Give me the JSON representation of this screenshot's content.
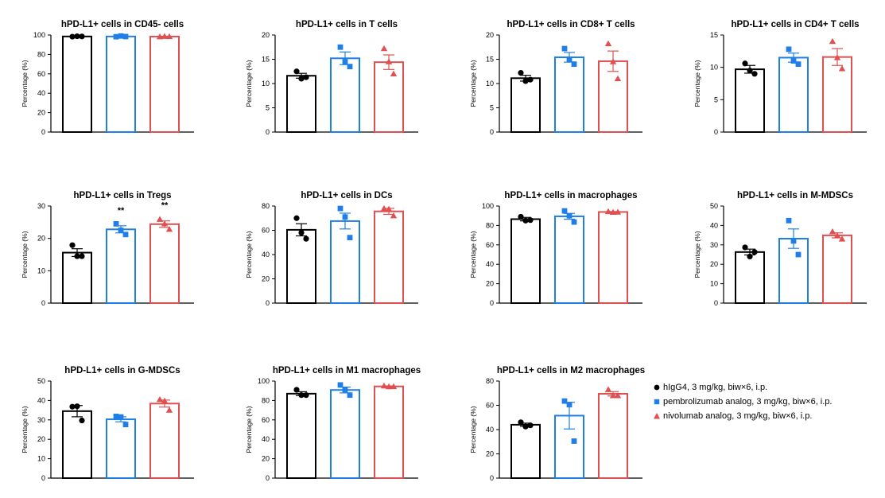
{
  "figure": {
    "legend": [
      {
        "label": "hIgG4, 3 mg/kg, biw×6, i.p.",
        "color": "#000000",
        "marker": "circle"
      },
      {
        "label": "pembrolizumab analog, 3 mg/kg, biw×6, i.p.",
        "color": "#1f7fe8",
        "marker": "square"
      },
      {
        "label": "nivolumab analog, 3 mg/kg, biw×6, i.p.",
        "color": "#e05050",
        "marker": "triangle"
      }
    ]
  },
  "chart_data": [
    {
      "type": "bar",
      "title": "hPD-L1+ cells in CD45- cells",
      "ylabel": "Percentage (%)",
      "ylim": [
        0,
        100
      ],
      "yticks": [
        0,
        20,
        40,
        60,
        80,
        100
      ],
      "series": [
        {
          "name": "hIgG4, 3 mg/kg, biw×6, i.p.",
          "mean": 98.5,
          "sem": 0.3,
          "points": [
            98.3,
            98.7,
            98.5
          ]
        },
        {
          "name": "pembrolizumab analog, 3 mg/kg, biw×6, i.p.",
          "mean": 98.5,
          "sem": 0.4,
          "points": [
            98.2,
            99.0,
            98.4
          ]
        },
        {
          "name": "nivolumab analog, 3 mg/kg, biw×6, i.p.",
          "mean": 98.4,
          "sem": 0.3,
          "points": [
            98.2,
            98.6,
            98.4
          ]
        }
      ],
      "significance": [
        "",
        "",
        ""
      ]
    },
    {
      "type": "bar",
      "title": "hPD-L1+ cells in T cells",
      "ylabel": "Percentage (%)",
      "ylim": [
        0,
        20
      ],
      "yticks": [
        0,
        5,
        10,
        15,
        20
      ],
      "series": [
        {
          "name": "hIgG4, 3 mg/kg, biw×6, i.p.",
          "mean": 11.6,
          "sem": 0.5,
          "points": [
            12.5,
            11.0,
            11.3
          ]
        },
        {
          "name": "pembrolizumab analog, 3 mg/kg, biw×6, i.p.",
          "mean": 15.2,
          "sem": 1.3,
          "points": [
            17.5,
            14.5,
            13.5
          ]
        },
        {
          "name": "nivolumab analog, 3 mg/kg, biw×6, i.p.",
          "mean": 14.4,
          "sem": 1.5,
          "points": [
            17.2,
            14.5,
            12.0
          ]
        }
      ],
      "significance": [
        "",
        "",
        ""
      ]
    },
    {
      "type": "bar",
      "title": "hPD-L1+ cells in CD8+ T cells",
      "ylabel": "Percentage (%)",
      "ylim": [
        0,
        20
      ],
      "yticks": [
        0,
        5,
        10,
        15,
        20
      ],
      "series": [
        {
          "name": "hIgG4, 3 mg/kg, biw×6, i.p.",
          "mean": 11.1,
          "sem": 0.6,
          "points": [
            12.2,
            10.5,
            10.8
          ]
        },
        {
          "name": "pembrolizumab analog, 3 mg/kg, biw×6, i.p.",
          "mean": 15.4,
          "sem": 1.0,
          "points": [
            17.2,
            15.0,
            14.0
          ]
        },
        {
          "name": "nivolumab analog, 3 mg/kg, biw×6, i.p.",
          "mean": 14.6,
          "sem": 2.1,
          "points": [
            18.2,
            14.5,
            11.0
          ]
        }
      ],
      "significance": [
        "",
        "",
        ""
      ]
    },
    {
      "type": "bar",
      "title": "hPD-L1+ cells in CD4+ T cells",
      "ylabel": "Percentage (%)",
      "ylim": [
        0,
        15
      ],
      "yticks": [
        0,
        5,
        10,
        15
      ],
      "series": [
        {
          "name": "hIgG4, 3 mg/kg, biw×6, i.p.",
          "mean": 9.7,
          "sem": 0.6,
          "points": [
            10.6,
            9.5,
            9.0
          ]
        },
        {
          "name": "pembrolizumab analog, 3 mg/kg, biw×6, i.p.",
          "mean": 11.5,
          "sem": 0.7,
          "points": [
            12.8,
            11.0,
            10.5
          ]
        },
        {
          "name": "nivolumab analog, 3 mg/kg, biw×6, i.p.",
          "mean": 11.6,
          "sem": 1.3,
          "points": [
            14.0,
            11.5,
            9.8
          ]
        }
      ],
      "significance": [
        "",
        "",
        ""
      ]
    },
    {
      "type": "bar",
      "title": "hPD-L1+ cells in Tregs",
      "ylabel": "Percentage (%)",
      "ylim": [
        0,
        30
      ],
      "yticks": [
        0,
        10,
        20,
        30
      ],
      "series": [
        {
          "name": "hIgG4, 3 mg/kg, biw×6, i.p.",
          "mean": 15.6,
          "sem": 1.2,
          "points": [
            17.9,
            14.5,
            14.5
          ]
        },
        {
          "name": "pembrolizumab analog, 3 mg/kg, biw×6, i.p.",
          "mean": 22.8,
          "sem": 1.1,
          "points": [
            24.5,
            22.5,
            21.2
          ]
        },
        {
          "name": "nivolumab analog, 3 mg/kg, biw×6, i.p.",
          "mean": 24.4,
          "sem": 1.0,
          "points": [
            25.9,
            24.5,
            22.8
          ]
        }
      ],
      "significance": [
        "",
        "**",
        "**"
      ]
    },
    {
      "type": "bar",
      "title": "hPD-L1+ cells in DCs",
      "ylabel": "Percentage (%)",
      "ylim": [
        0,
        80
      ],
      "yticks": [
        0,
        20,
        40,
        60,
        80
      ],
      "series": [
        {
          "name": "hIgG4, 3 mg/kg, biw×6, i.p.",
          "mean": 60.4,
          "sem": 5.0,
          "points": [
            70.0,
            58.0,
            53.0
          ]
        },
        {
          "name": "pembrolizumab analog, 3 mg/kg, biw×6, i.p.",
          "mean": 67.6,
          "sem": 6.5,
          "points": [
            78.0,
            71.0,
            54.0
          ]
        },
        {
          "name": "nivolumab analog, 3 mg/kg, biw×6, i.p.",
          "mean": 75.6,
          "sem": 2.5,
          "points": [
            78.0,
            77.5,
            72.0
          ]
        }
      ],
      "significance": [
        "",
        "",
        ""
      ]
    },
    {
      "type": "bar",
      "title": "hPD-L1+ cells in macrophages",
      "ylabel": "Percentage (%)",
      "ylim": [
        0,
        100
      ],
      "yticks": [
        0,
        20,
        40,
        60,
        80,
        100
      ],
      "series": [
        {
          "name": "hIgG4, 3 mg/kg, biw×6, i.p.",
          "mean": 86.5,
          "sem": 1.8,
          "points": [
            89.0,
            85.0,
            85.5
          ]
        },
        {
          "name": "pembrolizumab analog, 3 mg/kg, biw×6, i.p.",
          "mean": 89.4,
          "sem": 3.0,
          "points": [
            95.0,
            90.0,
            83.5
          ]
        },
        {
          "name": "nivolumab analog, 3 mg/kg, biw×6, i.p.",
          "mean": 93.9,
          "sem": 0.4,
          "points": [
            94.3,
            93.6,
            93.8
          ]
        }
      ],
      "significance": [
        "",
        "",
        ""
      ]
    },
    {
      "type": "bar",
      "title": "hPD-L1+ cells in M-MDSCs",
      "ylabel": "Percentage (%)",
      "ylim": [
        0,
        50
      ],
      "yticks": [
        0,
        10,
        20,
        30,
        40,
        50
      ],
      "series": [
        {
          "name": "hIgG4, 3 mg/kg, biw×6, i.p.",
          "mean": 26.3,
          "sem": 1.5,
          "points": [
            28.7,
            24.0,
            26.3
          ]
        },
        {
          "name": "pembrolizumab analog, 3 mg/kg, biw×6, i.p.",
          "mean": 33.2,
          "sem": 5.0,
          "points": [
            42.5,
            32.0,
            25.0
          ]
        },
        {
          "name": "nivolumab analog, 3 mg/kg, biw×6, i.p.",
          "mean": 34.9,
          "sem": 1.3,
          "points": [
            36.8,
            34.8,
            33.0
          ]
        }
      ],
      "significance": [
        "",
        "",
        ""
      ]
    },
    {
      "type": "bar",
      "title": "hPD-L1+ cells in G-MDSCs",
      "ylabel": "Percentage (%)",
      "ylim": [
        0,
        50
      ],
      "yticks": [
        0,
        10,
        20,
        30,
        40,
        50
      ],
      "series": [
        {
          "name": "hIgG4, 3 mg/kg, biw×6, i.p.",
          "mean": 34.5,
          "sem": 2.9,
          "points": [
            36.8,
            37.0,
            29.7
          ]
        },
        {
          "name": "pembrolizumab analog, 3 mg/kg, biw×6, i.p.",
          "mean": 30.3,
          "sem": 1.3,
          "points": [
            31.8,
            31.5,
            27.6
          ]
        },
        {
          "name": "nivolumab analog, 3 mg/kg, biw×6, i.p.",
          "mean": 38.4,
          "sem": 1.8,
          "points": [
            40.5,
            39.8,
            35.0
          ]
        }
      ],
      "significance": [
        "",
        "",
        ""
      ]
    },
    {
      "type": "bar",
      "title": "hPD-L1+ cells in M1 macrophages",
      "ylabel": "Percentage (%)",
      "ylim": [
        0,
        100
      ],
      "yticks": [
        0,
        20,
        40,
        60,
        80,
        100
      ],
      "series": [
        {
          "name": "hIgG4, 3 mg/kg, biw×6, i.p.",
          "mean": 87.0,
          "sem": 2.0,
          "points": [
            91.0,
            85.5,
            85.5
          ]
        },
        {
          "name": "pembrolizumab analog, 3 mg/kg, biw×6, i.p.",
          "mean": 90.8,
          "sem": 3.0,
          "points": [
            96.0,
            91.0,
            85.5
          ]
        },
        {
          "name": "nivolumab analog, 3 mg/kg, biw×6, i.p.",
          "mean": 94.5,
          "sem": 0.5,
          "points": [
            95.0,
            94.2,
            94.3
          ]
        }
      ],
      "significance": [
        "",
        "",
        ""
      ]
    },
    {
      "type": "bar",
      "title": "hPD-L1+ cells in M2 macrophages",
      "ylabel": "Percentage (%)",
      "ylim": [
        0,
        80
      ],
      "yticks": [
        0,
        20,
        40,
        60,
        80
      ],
      "series": [
        {
          "name": "hIgG4, 3 mg/kg, biw×6, i.p.",
          "mean": 44.0,
          "sem": 1.3,
          "points": [
            46.0,
            42.5,
            43.5
          ]
        },
        {
          "name": "pembrolizumab analog, 3 mg/kg, biw×6, i.p.",
          "mean": 51.5,
          "sem": 11.0,
          "points": [
            63.5,
            60.5,
            30.5
          ]
        },
        {
          "name": "nivolumab analog, 3 mg/kg, biw×6, i.p.",
          "mean": 69.5,
          "sem": 1.8,
          "points": [
            73.0,
            68.0,
            68.0
          ]
        }
      ],
      "significance": [
        "",
        "",
        ""
      ]
    }
  ]
}
